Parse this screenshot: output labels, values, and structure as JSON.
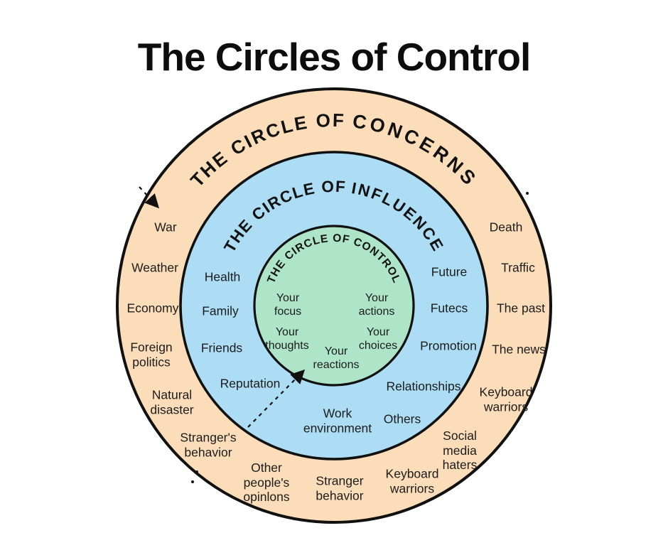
{
  "title": "The Circles of Control",
  "diagram": {
    "rings": {
      "concerns": {
        "title_prefix": "THE CIRCLE OF",
        "title_word": "CONCERNS",
        "color": "#FBDDBA",
        "items": [
          "War",
          "Weather",
          "Economy",
          "Foreign\npolitics",
          "Natural\ndisaster",
          "Stranger's\nbehavior",
          "Other\npeople's\nopinlons",
          "Stranger\nbehavior",
          "Keyboard\nwarriors",
          "Social\nmedia\nhaters",
          "Keyboard\nwarriors",
          "The news",
          "The past",
          "Traffic",
          "Death"
        ]
      },
      "influence": {
        "title_prefix": "THE CIRCLE OF",
        "title_word": "INFLUENCE",
        "color": "#ACDDF4",
        "items": [
          "Health",
          "Family",
          "Friends",
          "Reputation",
          "Work\nenvironment",
          "Others",
          "Relationships",
          "Promotion",
          "Futecs",
          "Future"
        ]
      },
      "control": {
        "title_prefix": "THE CIRCLE OF",
        "title_word": "CONTROL",
        "color": "#AEE5C8",
        "items": [
          "Your\nfocus",
          "Your\nactions",
          "Your\nthoughts",
          "Your\nchoices",
          "Your\nreactions"
        ]
      }
    },
    "outline_color": "#111111"
  }
}
